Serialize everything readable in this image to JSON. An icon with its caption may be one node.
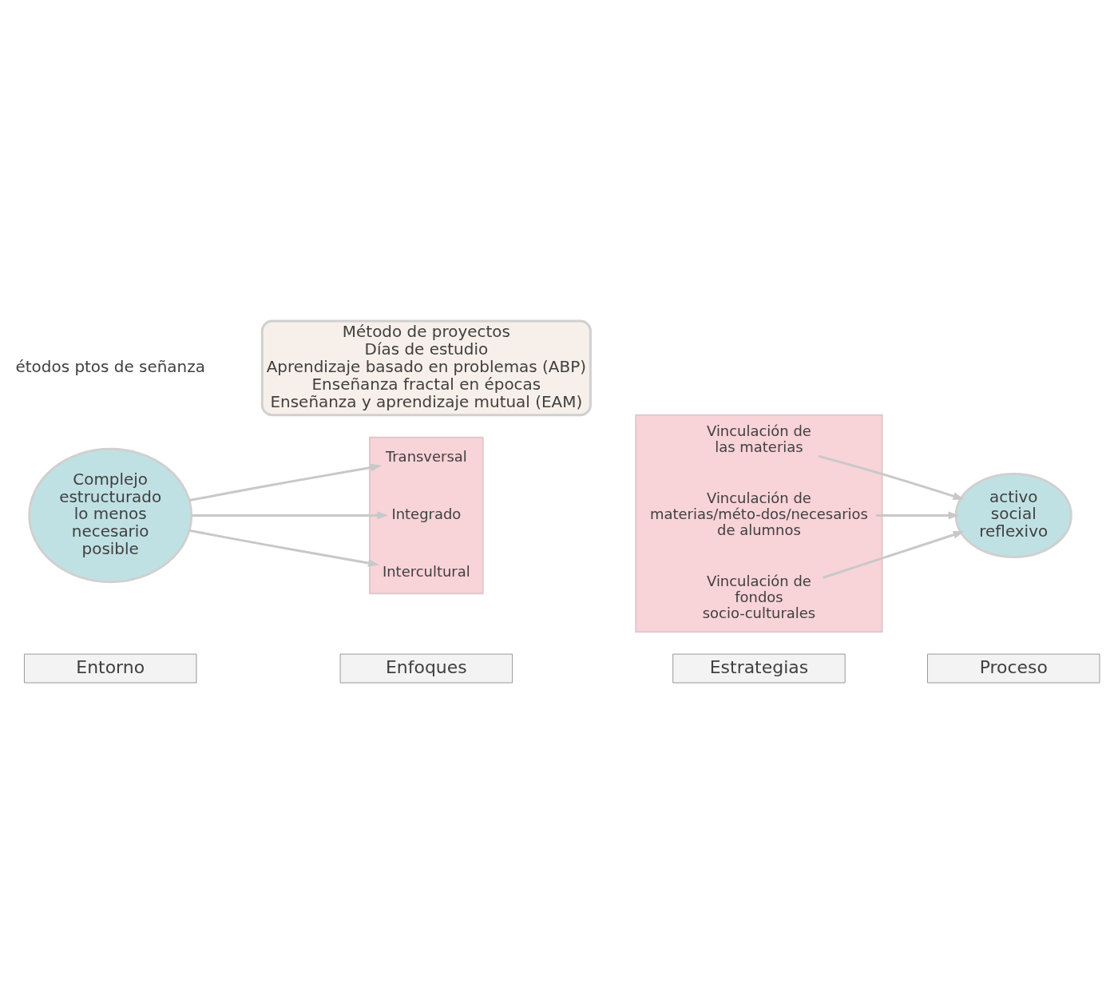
{
  "diagram": {
    "nodes": [
      {
        "text": [
          "Entorno"
        ]
      },
      {
        "text": [
          "Enfoques"
        ]
      },
      {
        "text": [
          "Estrategias"
        ]
      },
      {
        "text": [
          "Proceso"
        ]
      },
      {
        "text": [
          "Complejo",
          "estructurado",
          "lo menos",
          "necesario",
          "posible"
        ]
      },
      {
        "text": [],
        "shape": "box"
      },
      {
        "text": [
          "Transversal"
        ],
        "in": 5
      },
      {
        "text": [
          "Integrado"
        ],
        "in": 5
      },
      {
        "text": [
          "Intercultural"
        ],
        "in": 5
      },
      {
        "text": [],
        "shape": "box"
      },
      {
        "text": [
          "Vinculación de las materias"
        ],
        "in": 9
      },
      {
        "text": [
          "Vinculación de materias/méto-dos/necesarios de alumnos"
        ],
        "in": 9
      },
      {
        "text": [
          "Vinculación de fondos socio-culturales"
        ],
        "in": 9
      },
      {
        "text": [
          "activo",
          "social",
          "reflexivo"
        ]
      },
      {
        "text": [
          "Método de proyectos",
          "Días de estudio",
          "Aprendizaje basado en problemas (ABP)",
          "Enseñanza fractal en épocas",
          "Enseñanza y aprendizaje mutual (EAM)"
        ]
      }
    ],
    "edges": [
      {
        "from": 4,
        "to": 6,
        "arrow": "to"
      },
      {
        "from": 4,
        "to": 7,
        "arrow": "to"
      },
      {
        "from": 4,
        "to": 8,
        "arrow": "to"
      },
      {
        "from": 10,
        "to": 13,
        "arrow": "to"
      },
      {
        "from": 11,
        "to": 13,
        "arrow": "to"
      },
      {
        "from": 12,
        "to": 13,
        "arrow": "to"
      }
    ],
    "labels": [
      "étodos ptos de señanza"
    ]
  }
}
